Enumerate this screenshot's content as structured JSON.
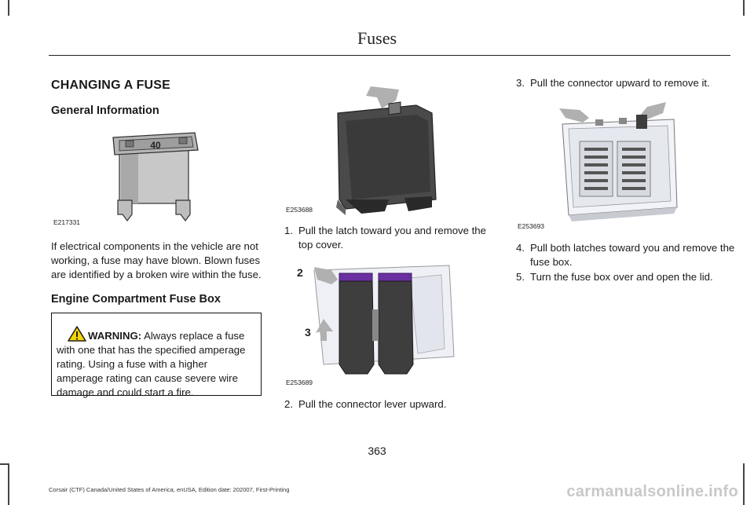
{
  "header": {
    "title": "Fuses"
  },
  "left": {
    "section_title": "CHANGING A FUSE",
    "general_heading": "General Information",
    "image_code_1": "E217331",
    "intro_text": "If electrical components in the vehicle are not working, a fuse may have blown. Blown fuses are identified by a broken wire within the fuse.",
    "engine_heading": "Engine Compartment Fuse Box",
    "warning_label": "WARNING:",
    "warning_text": "Always replace a fuse with one that has the specified amperage rating. Using a fuse with a higher amperage rating can cause severe wire damage and could start a fire."
  },
  "middle": {
    "image_code_2": "E253688",
    "step1_num": "1.",
    "step1_text": "Pull the latch toward you and remove the top cover.",
    "callout_2": "2",
    "callout_3": "3",
    "image_code_3": "E253689",
    "step2_num": "2.",
    "step2_text": "Pull the connector lever upward."
  },
  "right": {
    "step3_num": "3.",
    "step3_text": "Pull the connector upward to remove it.",
    "image_code_4": "E253693",
    "step4_num": "4.",
    "step4_text": "Pull both latches toward you and remove the fuse box.",
    "step5_num": "5.",
    "step5_text": "Turn the fuse box over and open the lid."
  },
  "fuse_label": "40",
  "page_number": "363",
  "footer_text": "Corsair (CTF) Canada/United States of America, enUSA, Edition date: 202007, First-Printing",
  "watermark": "carmanualsonline.info",
  "colors": {
    "accent_purple": "#6a2fa0",
    "arrow_gray": "#b0b0b0",
    "warning_yellow": "#f2d600"
  }
}
